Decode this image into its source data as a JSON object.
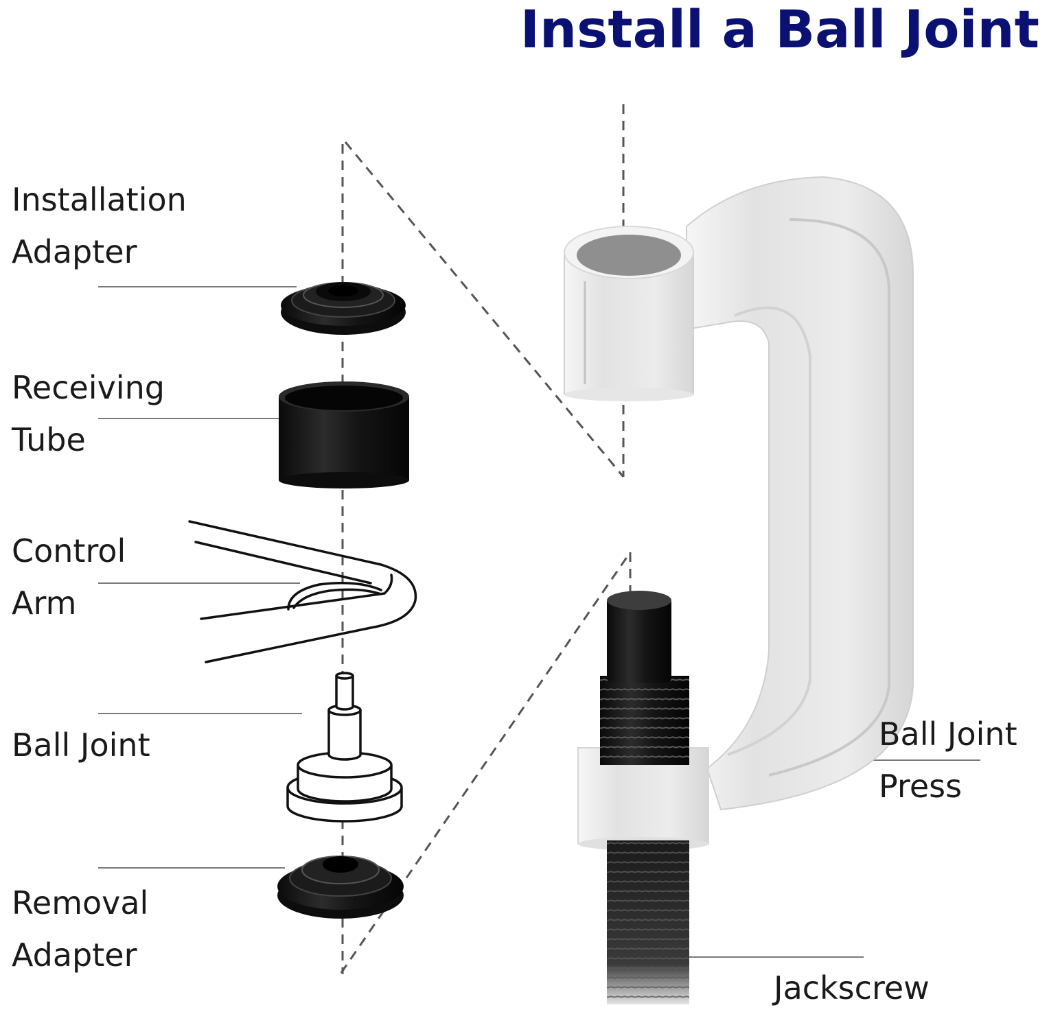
{
  "title": "Install a Ball Joint",
  "colors": {
    "title": "#0b1073",
    "label_text": "#1a1a1a",
    "leader_line": "#7a7a7a",
    "dashed_guide": "#555555",
    "black_parts": "#111111",
    "press_body": "#e9e9e9"
  },
  "labels": {
    "installation_adapter": [
      "Installation",
      "Adapter"
    ],
    "receiving_tube": [
      "Receiving",
      "Tube"
    ],
    "control_arm": [
      "Control",
      "Arm"
    ],
    "ball_joint": [
      "Ball Joint"
    ],
    "removal_adapter": [
      "Removal",
      "Adapter"
    ],
    "ball_joint_press": [
      "Ball Joint",
      "Press"
    ],
    "jackscrew": [
      "Jackscrew"
    ]
  }
}
